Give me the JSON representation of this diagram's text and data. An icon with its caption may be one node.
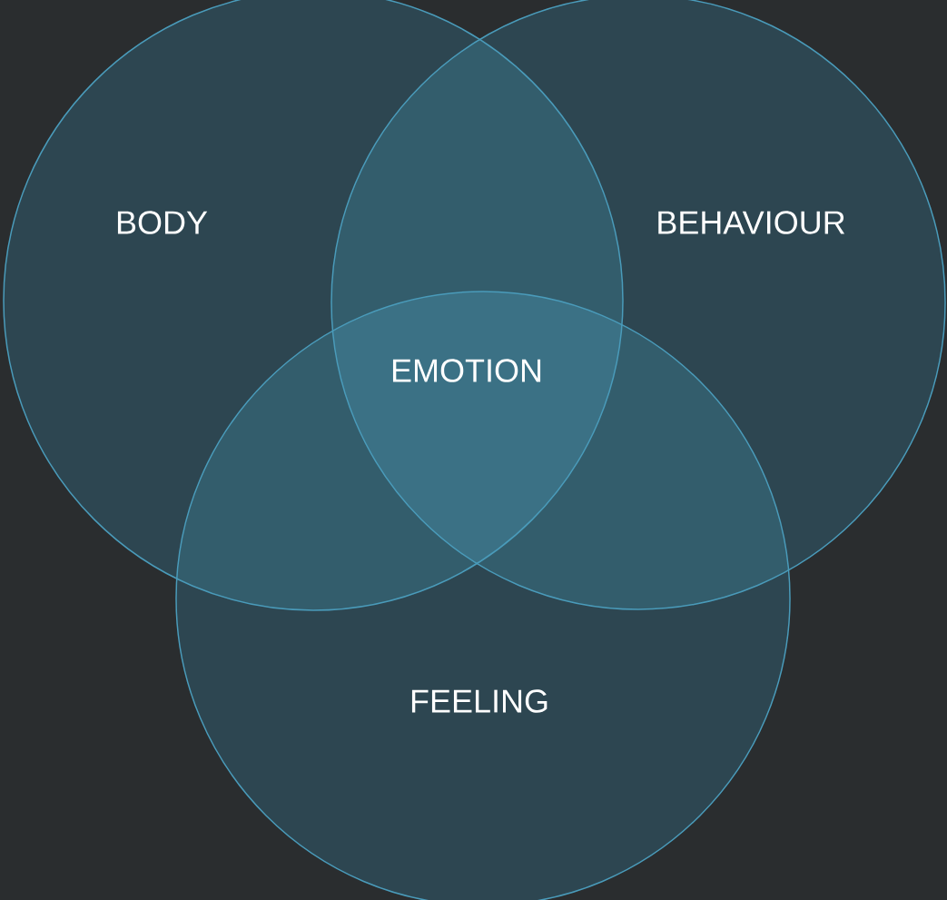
{
  "diagram": {
    "nodes": [
      {
        "text": [
          "BODY"
        ]
      },
      {
        "text": [
          "BEHAVIOUR"
        ]
      },
      {
        "text": [
          "FEELING"
        ]
      }
    ],
    "labels": [
      "EMOTION"
    ]
  }
}
